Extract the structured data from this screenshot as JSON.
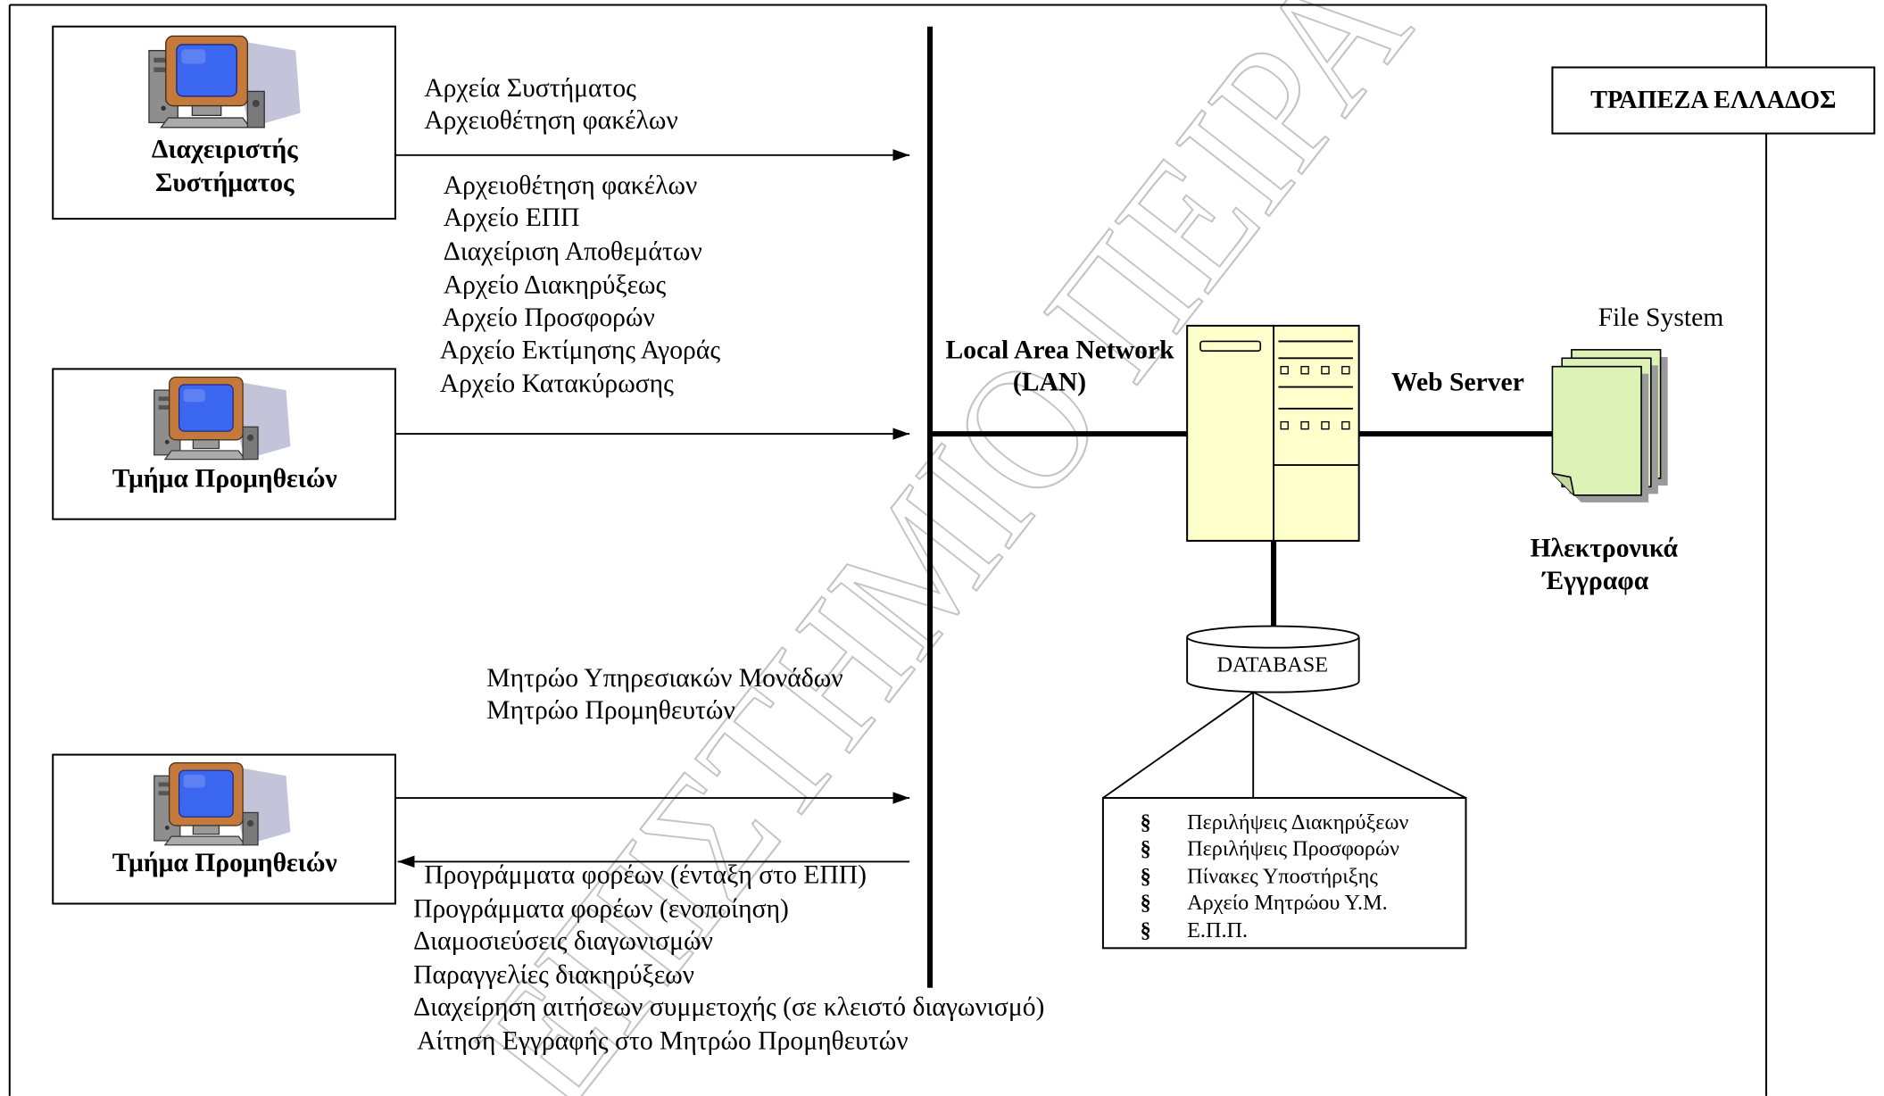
{
  "title_box": {
    "label": "ΤΡΑΠΕΖΑ ΕΛΛΑΔΟΣ"
  },
  "nodes": {
    "system_admin": {
      "line1": "Διαχειριστής",
      "line2": "Συστήματος",
      "icon": "computer-icon"
    },
    "procurement_a": {
      "label": "Τμήμα Προμηθειών",
      "icon": "computer-icon"
    },
    "procurement_b": {
      "label": "Τμήμα Προμηθειών",
      "icon": "computer-icon"
    }
  },
  "flows": {
    "system_admin_to_lan": [
      "Αρχεία Συστήματος",
      "Αρχειοθέτηση φακέλων"
    ],
    "procurement_a_to_lan": [
      "Αρχειοθέτηση φακέλων",
      "Αρχείο ΕΠΠ",
      "Διαχείριση Αποθεμάτων",
      "Αρχείο Διακηρύξεως",
      "Αρχείο Προσφορών",
      "Αρχείο Εκτίμησης Αγοράς",
      "Αρχείο Κατακύρωσης"
    ],
    "procurement_b_to_lan": [
      "Μητρώο Υπηρεσιακών Μονάδων",
      "Μητρώο Προμηθευτών"
    ],
    "lan_to_procurement_b": [
      "Προγράμματα φορέων (ένταξη στο ΕΠΠ)",
      "Προγράμματα φορέων (ενοποίηση)",
      "Διαμοσιεύσεις διαγωνισμών",
      "Παραγγελίες διακηρύξεων",
      "Διαχείρηση αιτήσεων συμμετοχής (σε κλειστό διαγωνισμό)",
      "Αίτηση Εγγραφής στο Μητρώο Προμηθευτών"
    ]
  },
  "network": {
    "line1": "Local Area Network",
    "line2": "(LAN)"
  },
  "server": {
    "label": "Web Server",
    "icon": "server-icon"
  },
  "file_system": {
    "label": "File System",
    "documents_line1": "Ηλεκτρονικά",
    "documents_line2": "Έγγραφα",
    "icon": "document-stack-icon"
  },
  "database": {
    "label": "DATABASE",
    "bullet": "§",
    "items": [
      "Περιλήψεις Διακηρύξεων",
      "Περιλήψεις Προσφορών",
      "Πίνακες Υποστήριξης",
      "Αρχείο Μητρώου Υ.Μ.",
      "Ε.Π.Π."
    ]
  },
  "watermark": "ΕΠΙΣΤΗΜΙΟ ΠΕΙΡΑ",
  "colors": {
    "screen": "#3a66f0",
    "monitor": "#c47a3c",
    "server_fill": "#ffffcc",
    "document_fill": "#dcf2b6",
    "watermark": "#c4c4c4"
  }
}
